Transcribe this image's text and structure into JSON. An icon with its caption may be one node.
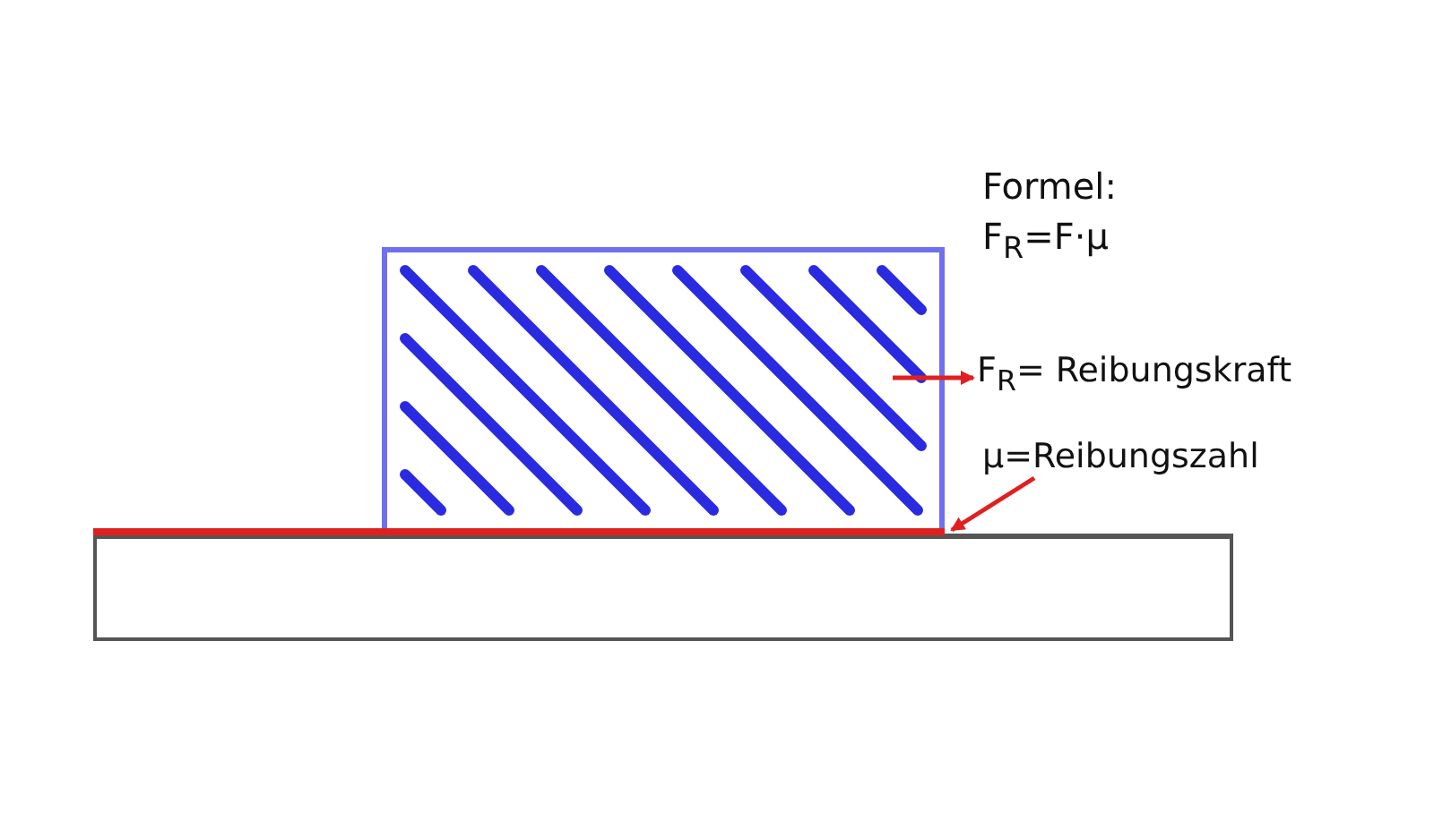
{
  "diagram": {
    "nodes": [
      {
        "text": [],
        "shape": "box"
      },
      {
        "text": [],
        "shape": "bar"
      },
      {
        "text": [
          "F$_{R}$= Reibungskraft"
        ]
      },
      {
        "text": [
          "μ=Reibungszahl"
        ]
      }
    ],
    "edges": [
      {
        "from": 0,
        "to": 2,
        "arrow": "to"
      },
      {
        "from": 3,
        "to": 1,
        "arrow": "to"
      }
    ],
    "labels": [
      "Formel:",
      "F$_{R}$=F·μ"
    ]
  }
}
